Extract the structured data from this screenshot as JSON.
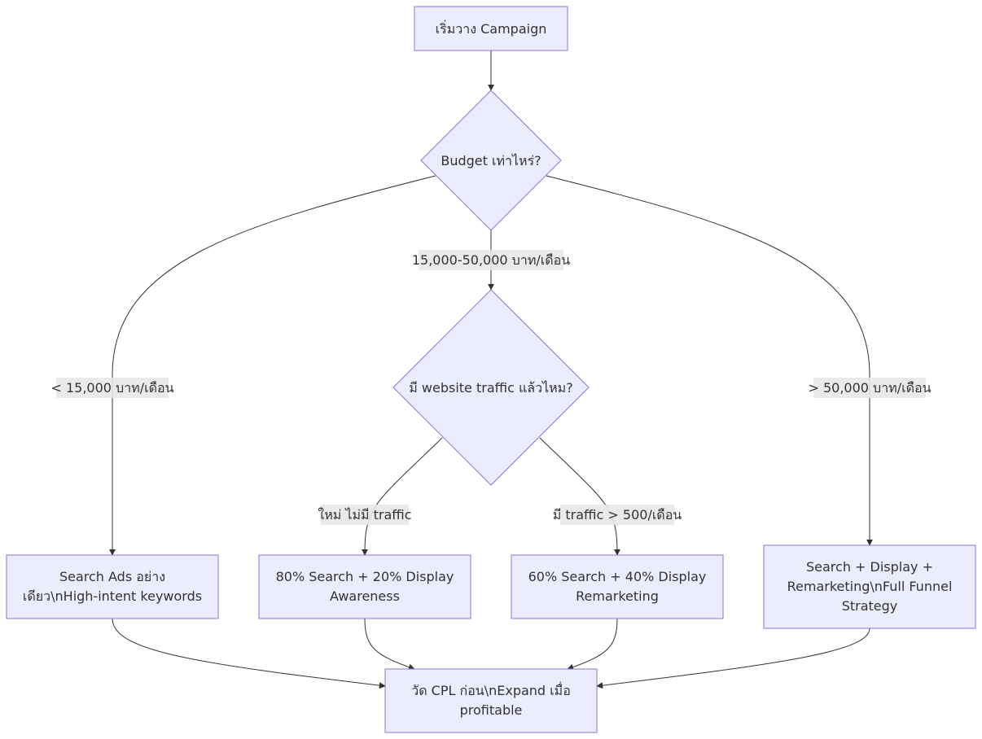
{
  "nodes": {
    "start": {
      "lines": [
        "เริ่มวาง Campaign"
      ]
    },
    "budget": {
      "lines": [
        "Budget เท่าไหร่?"
      ]
    },
    "traffic": {
      "lines": [
        "มี website traffic แล้วไหม?"
      ]
    },
    "search_only": {
      "lines": [
        "Search Ads อย่าง",
        "เดียว\\nHigh-intent keywords"
      ]
    },
    "search80": {
      "lines": [
        "80% Search + 20% Display",
        "Awareness"
      ]
    },
    "search60": {
      "lines": [
        "60% Search + 40% Display",
        "Remarketing"
      ]
    },
    "full_funnel": {
      "lines": [
        "Search + Display +",
        "Remarketing\\nFull Funnel",
        "Strategy"
      ]
    },
    "measure": {
      "lines": [
        "วัด CPL ก่อน\\nExpand เมื่อ",
        "profitable"
      ]
    }
  },
  "edge_labels": {
    "low_budget": "< 15,000 บาท/เดือน",
    "mid_budget": "15,000-50,000 บาท/เดือน",
    "high_budget": "> 50,000 บาท/เดือน",
    "no_traffic": "ใหม่ ไม่มี traffic",
    "has_traffic": "มี traffic > 500/เดือน"
  },
  "colors": {
    "node_fill": "#ECECFF",
    "node_stroke": "#9370DB",
    "edge": "#333333",
    "label_bg": "#e8e8e8"
  }
}
